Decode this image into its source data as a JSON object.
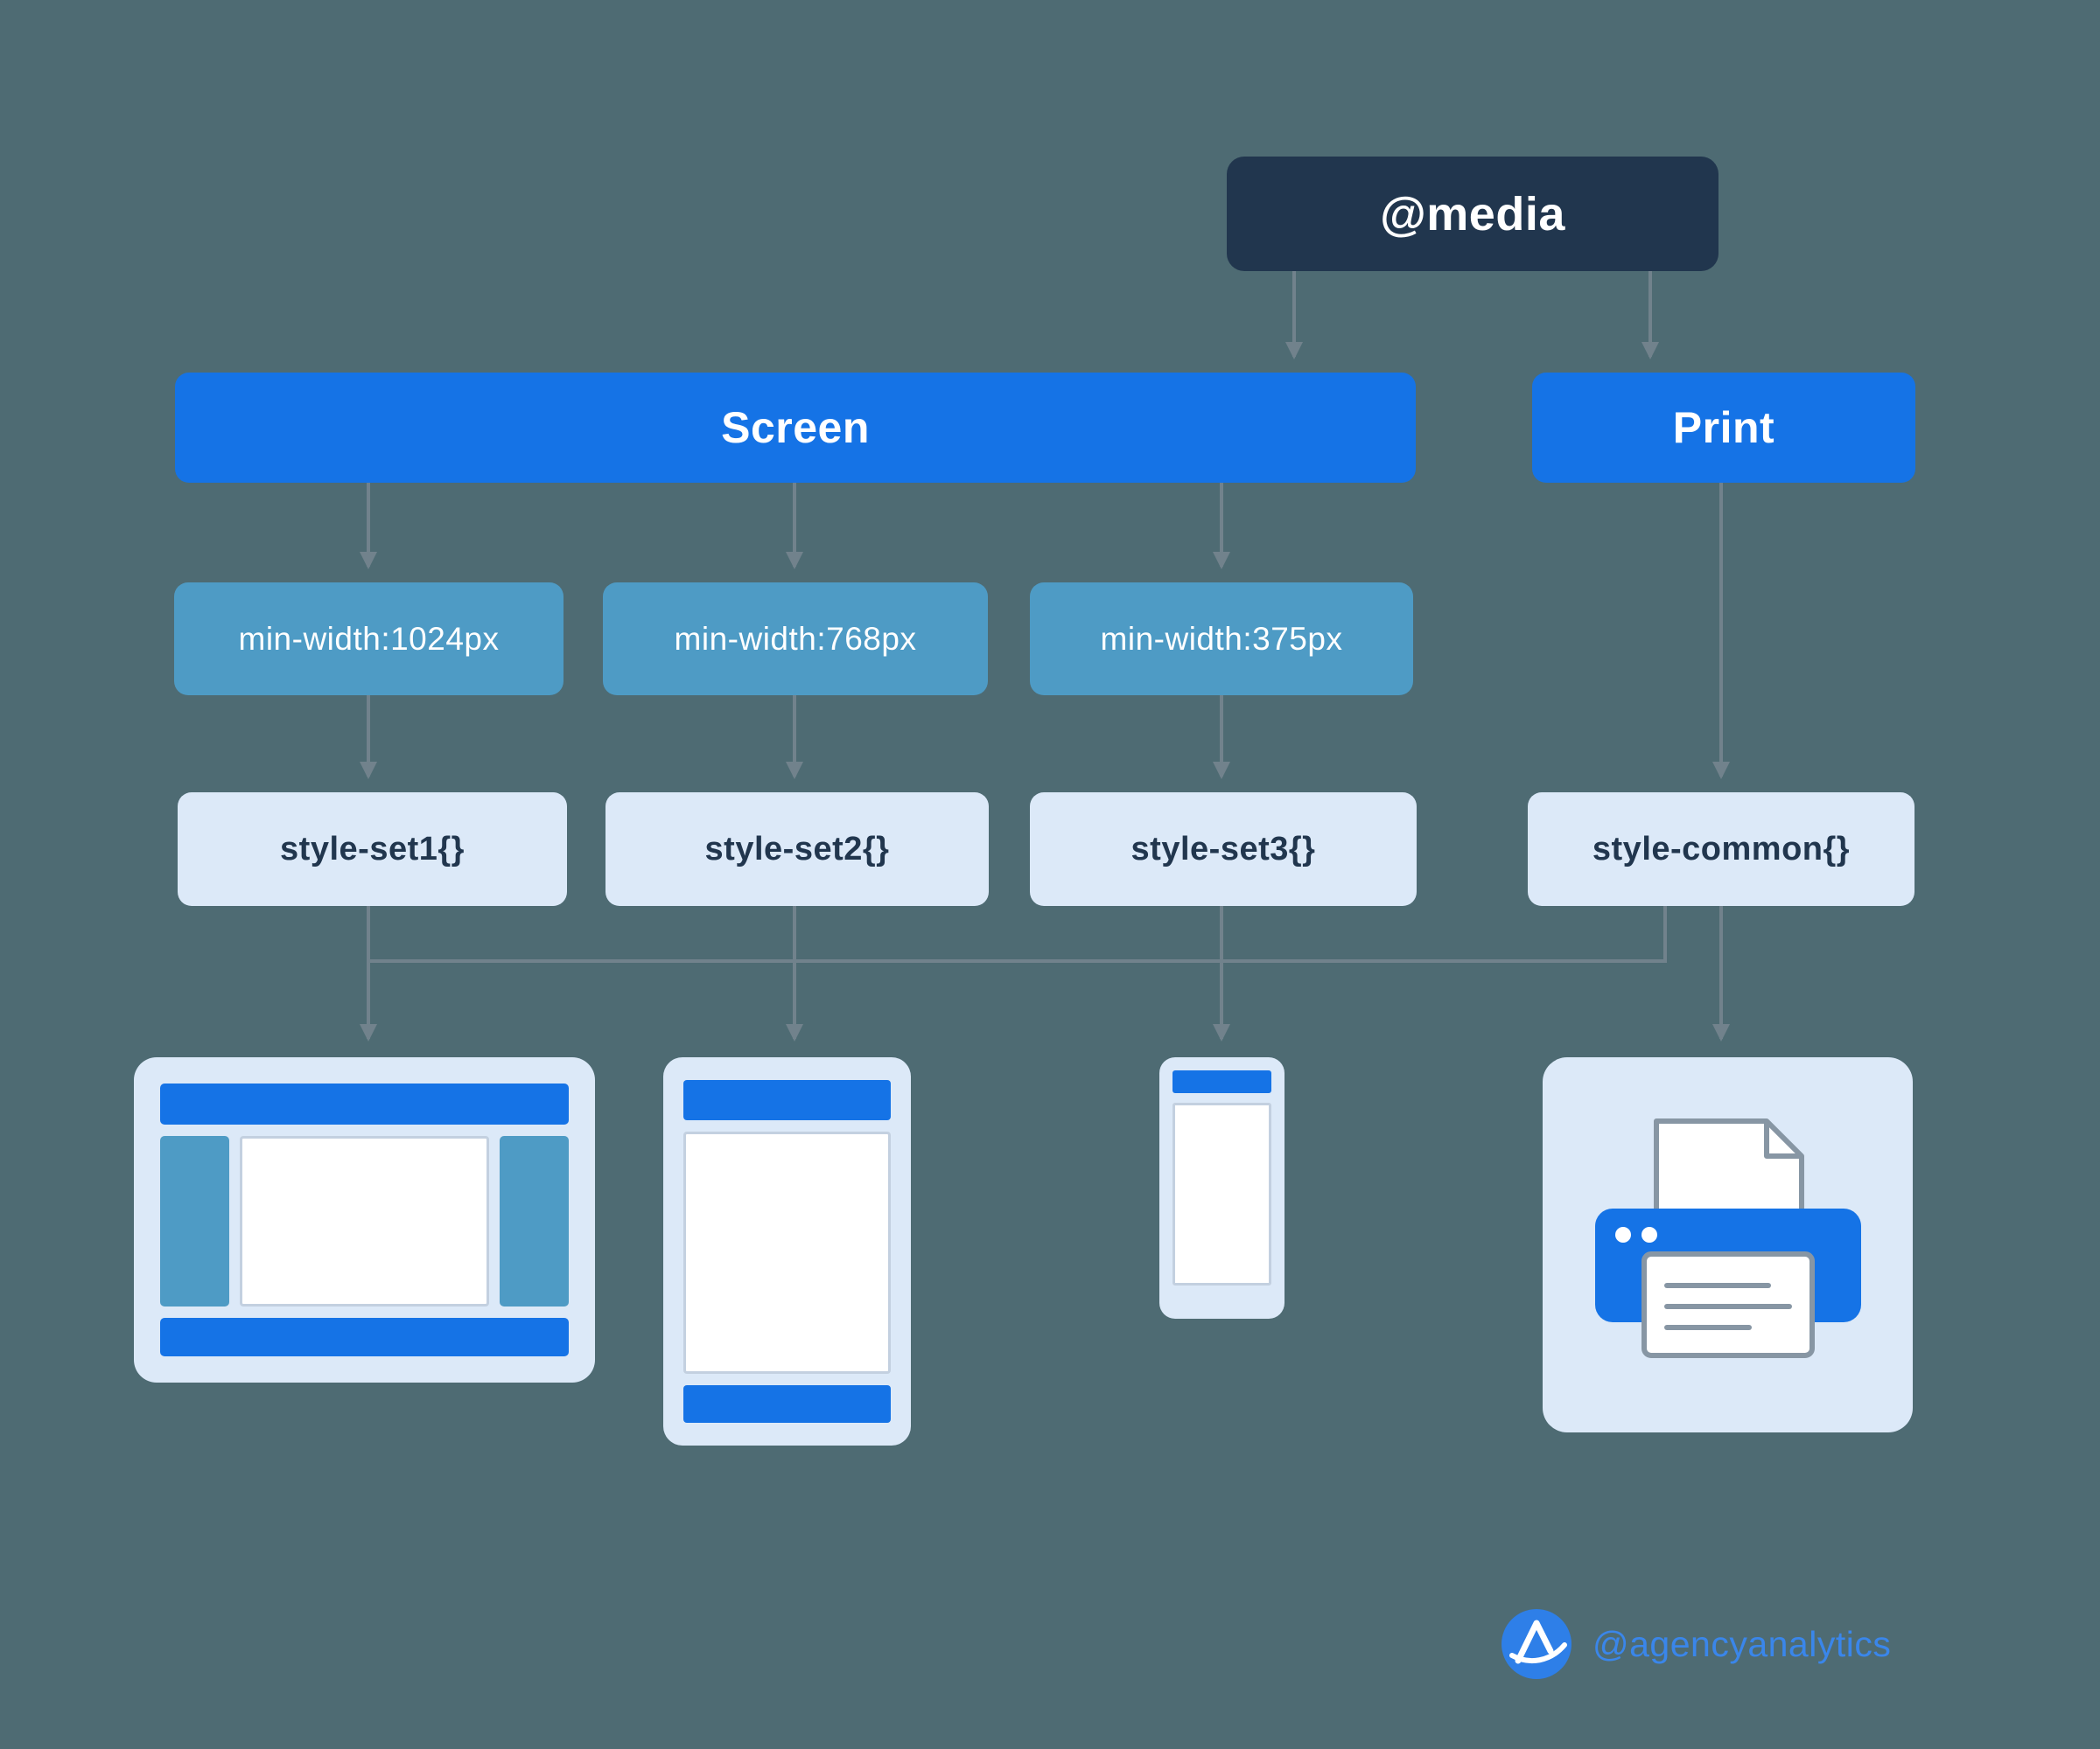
{
  "colors": {
    "background": "#4E6B73",
    "navy": "#21364E",
    "blue": "#1573E6",
    "steel_blue": "#4E9BC5",
    "light_blue": "#DCE9F8",
    "connector_gray": "#71828C",
    "logo_blue": "#3A86EA",
    "white": "#FFFFFF"
  },
  "diagram": {
    "root": {
      "label": "@media"
    },
    "media_types": [
      {
        "label": "Screen"
      },
      {
        "label": "Print"
      }
    ],
    "breakpoints": [
      {
        "label": "min-width:1024px"
      },
      {
        "label": "min-width:768px"
      },
      {
        "label": "min-width:375px"
      }
    ],
    "style_sets": [
      {
        "label": "style-set1{}"
      },
      {
        "label": "style-set2{}"
      },
      {
        "label": "style-set3{}"
      }
    ],
    "common_style": {
      "label": "style-common{}"
    },
    "devices": [
      {
        "icon": "desktop-icon"
      },
      {
        "icon": "tablet-icon"
      },
      {
        "icon": "phone-icon"
      },
      {
        "icon": "printer-icon"
      }
    ]
  },
  "footer": {
    "brand_handle": "@agencyanalytics"
  }
}
